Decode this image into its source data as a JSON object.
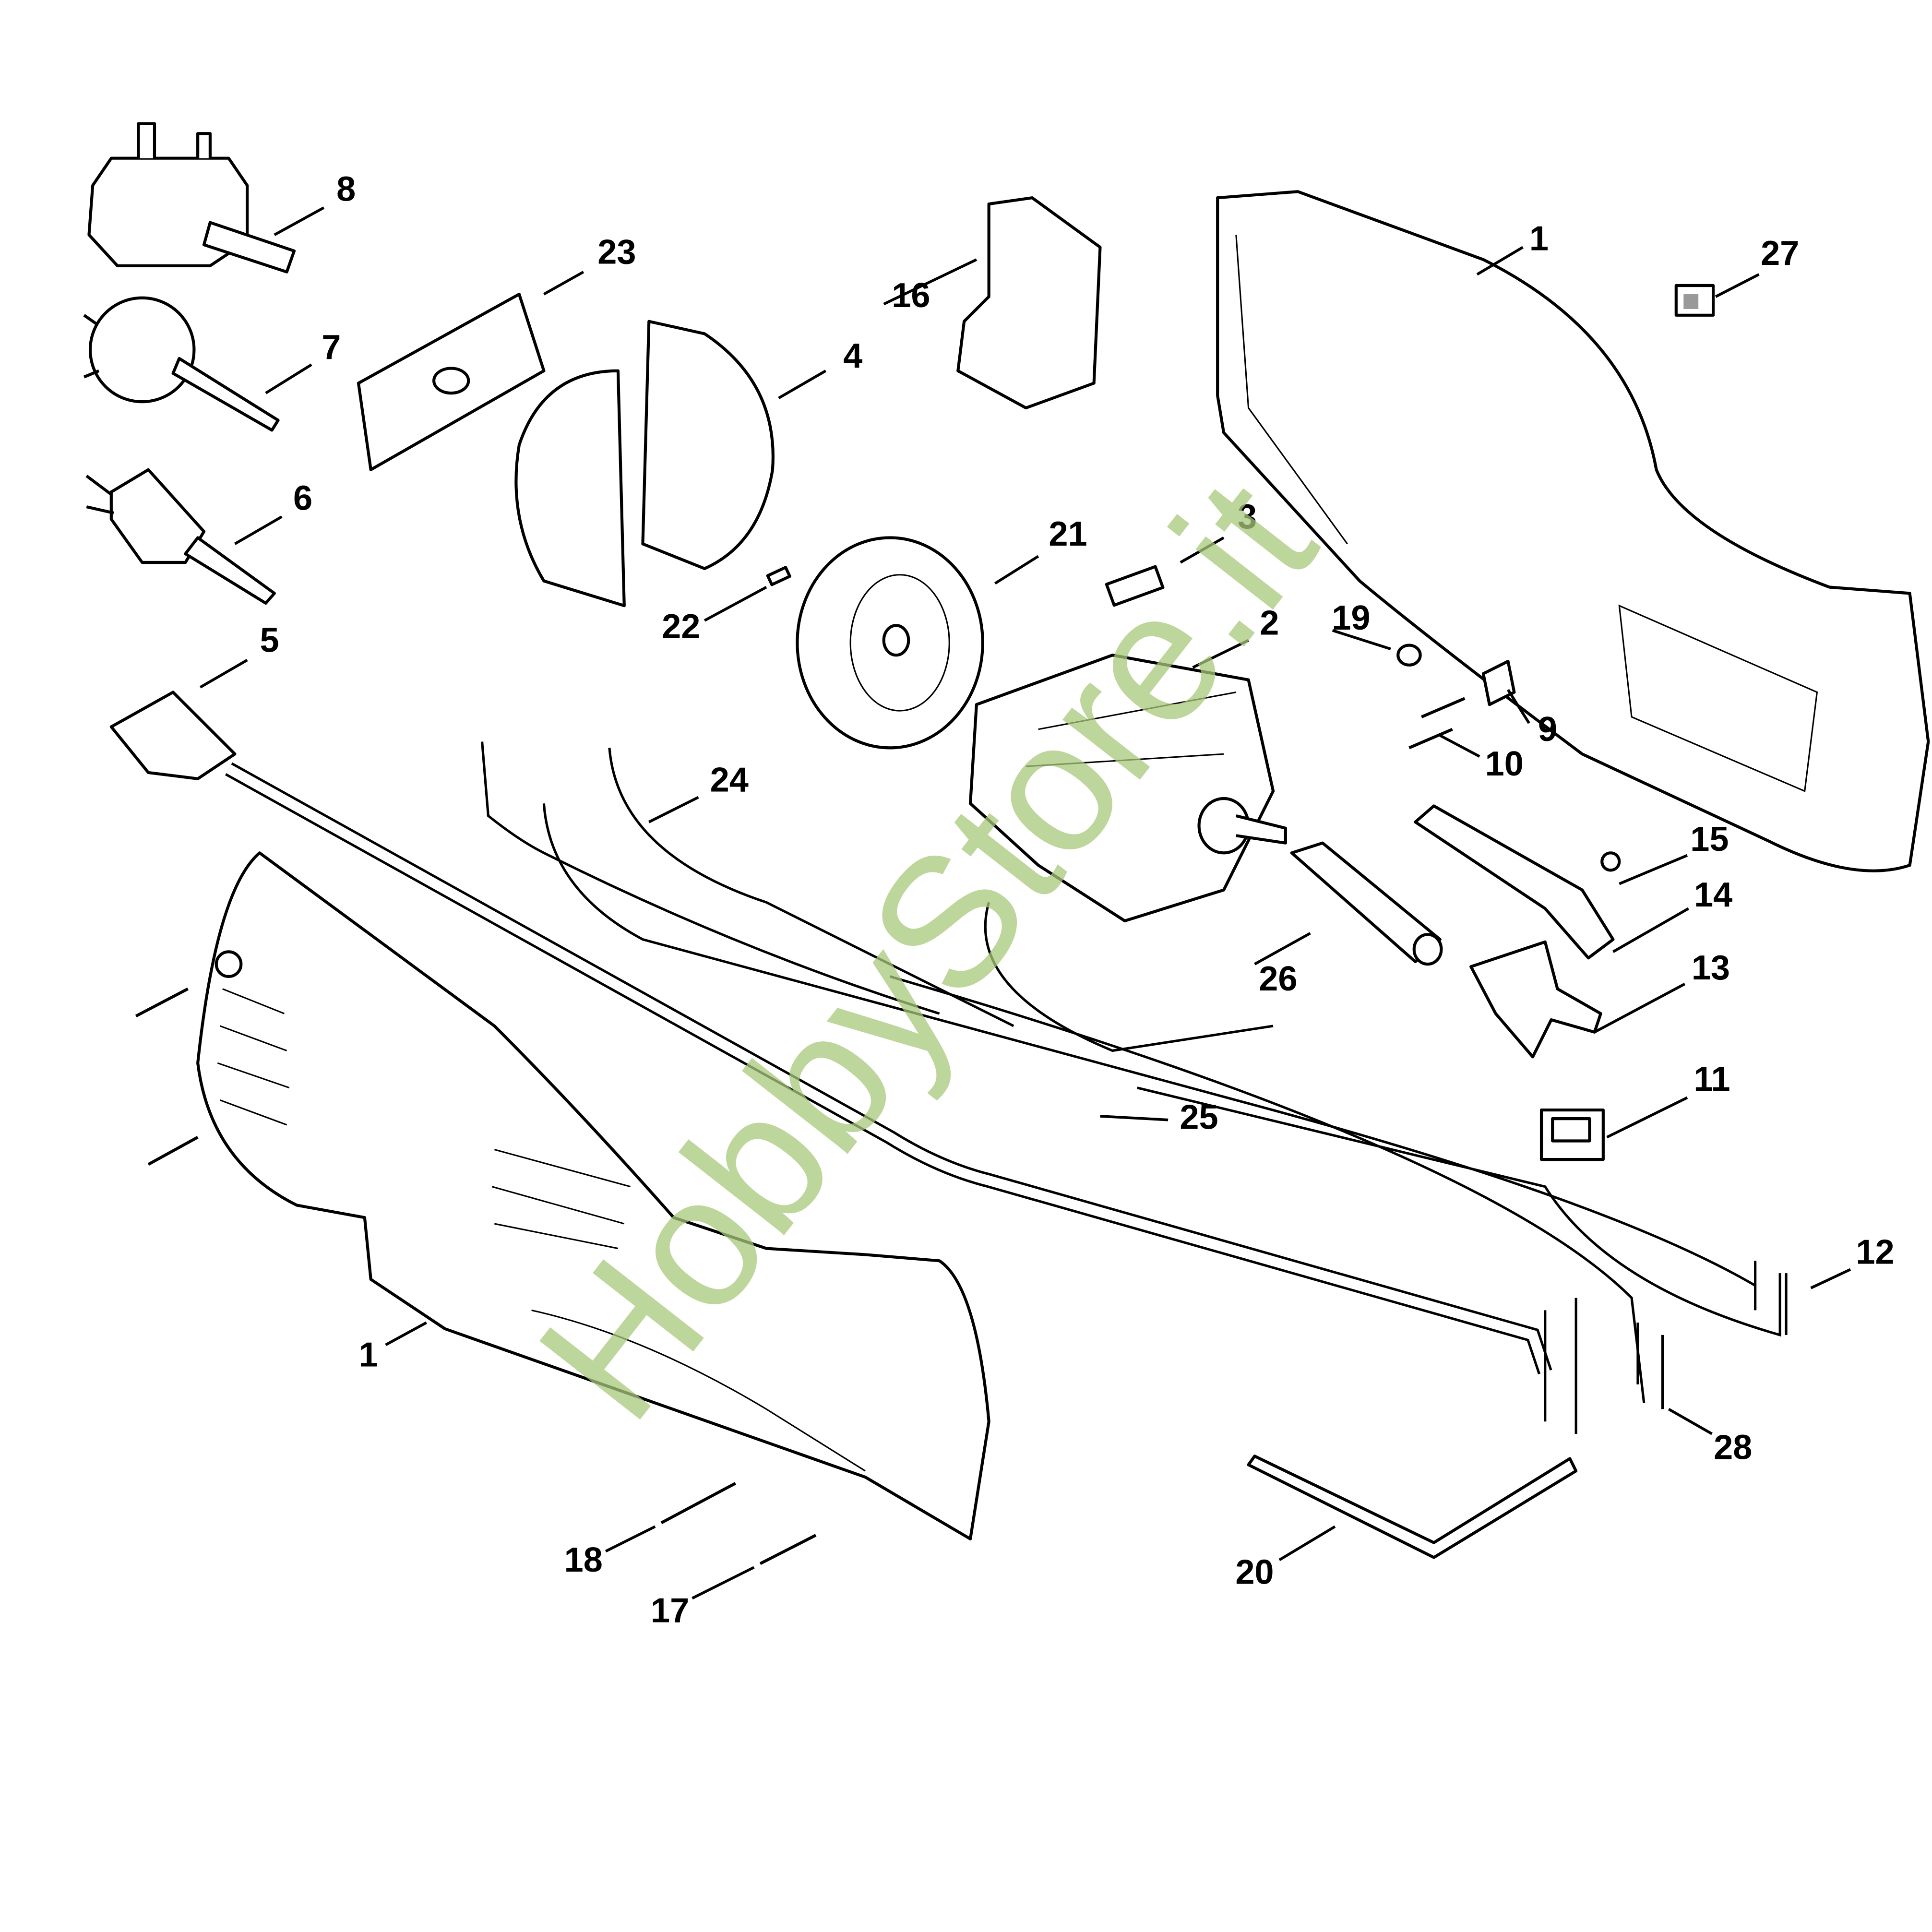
{
  "diagram": {
    "watermark": "HobbyStore.it",
    "accent_color": "#a8c97a",
    "callouts": [
      {
        "id": "c8",
        "text": "8"
      },
      {
        "id": "c23",
        "text": "23"
      },
      {
        "id": "c16",
        "text": "16"
      },
      {
        "id": "c1a",
        "text": "1"
      },
      {
        "id": "c27",
        "text": "27"
      },
      {
        "id": "c7",
        "text": "7"
      },
      {
        "id": "c4",
        "text": "4"
      },
      {
        "id": "c6",
        "text": "6"
      },
      {
        "id": "c21",
        "text": "21"
      },
      {
        "id": "c3",
        "text": "3"
      },
      {
        "id": "c22",
        "text": "22"
      },
      {
        "id": "c19",
        "text": "19"
      },
      {
        "id": "c2",
        "text": "2"
      },
      {
        "id": "c5",
        "text": "5"
      },
      {
        "id": "c9",
        "text": "9"
      },
      {
        "id": "c10",
        "text": "10"
      },
      {
        "id": "c24",
        "text": "24"
      },
      {
        "id": "c15",
        "text": "15"
      },
      {
        "id": "c14",
        "text": "14"
      },
      {
        "id": "c26",
        "text": "26"
      },
      {
        "id": "c13",
        "text": "13"
      },
      {
        "id": "c11",
        "text": "11"
      },
      {
        "id": "c25",
        "text": "25"
      },
      {
        "id": "c12",
        "text": "12"
      },
      {
        "id": "c1b",
        "text": "1"
      },
      {
        "id": "c28",
        "text": "28"
      },
      {
        "id": "c18",
        "text": "18"
      },
      {
        "id": "c20",
        "text": "20"
      },
      {
        "id": "c17",
        "text": "17"
      }
    ]
  }
}
